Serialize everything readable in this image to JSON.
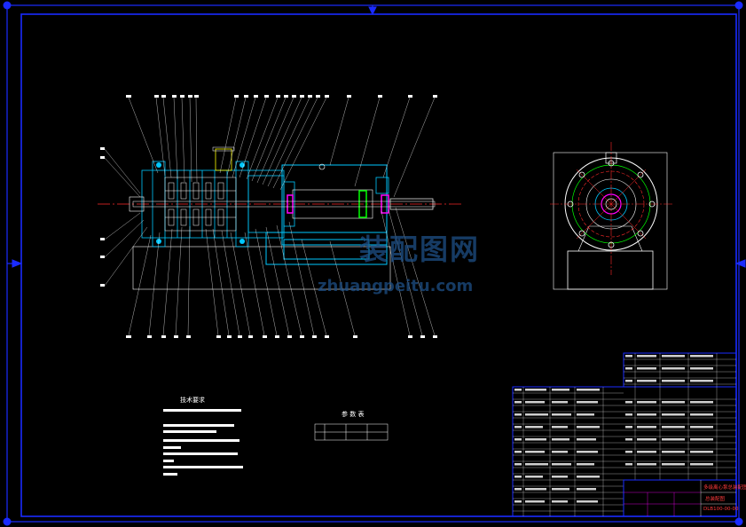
{
  "drawing": {
    "notes_title": "技术要求",
    "table_title": "参 数 表",
    "title_block": {
      "name_line1": "多级离心泵总装配图",
      "name_line2": "总装配图",
      "drawing_no": "DLB100-00-00"
    },
    "watermark": {
      "site_name": "装配图网",
      "url": "zhuangpeitu.com"
    }
  },
  "colors": {
    "background": "#000000",
    "frame": "#1a2bff",
    "lines": "#ffffff",
    "center": "#ff2a2a",
    "section": "#00c8ff",
    "accent_magenta": "#ff00ff",
    "accent_green": "#00ff00",
    "accent_yellow": "#ffff00"
  }
}
